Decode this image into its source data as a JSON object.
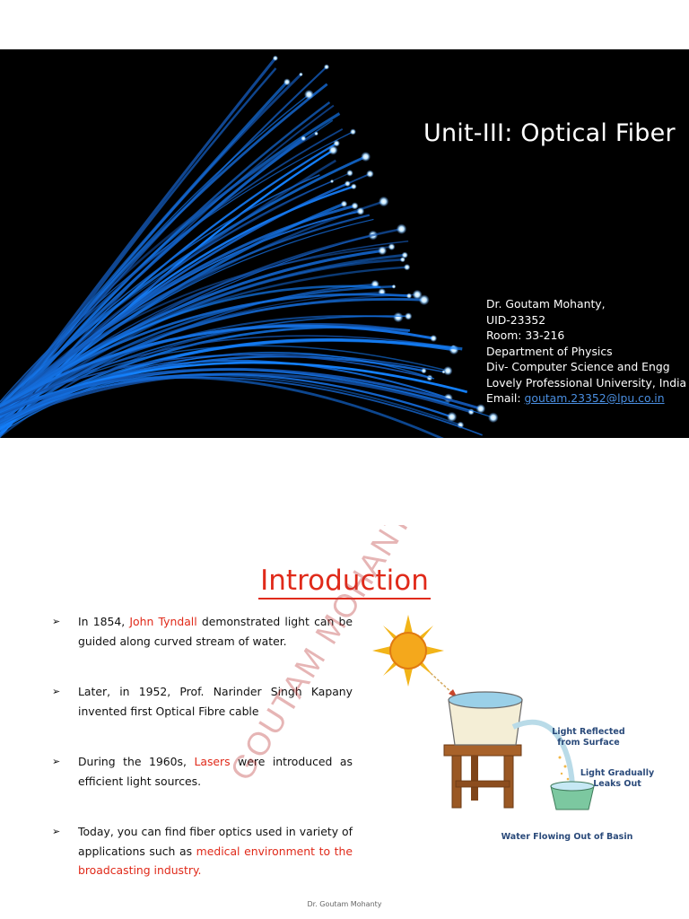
{
  "slide1": {
    "title": "Unit-III: Optical Fiber",
    "author_lines": [
      "Dr. Goutam Mohanty,",
      "UID-23352",
      "Room: 33-216",
      "Department of Physics",
      "Div- Computer Science and Engg",
      "Lovely Professional University, India"
    ],
    "email_label": "Email:",
    "email": "goutam.23352@lpu.co.in"
  },
  "slide2": {
    "title": "Introduction",
    "bullets": [
      {
        "pre": "In 1854, ",
        "red": "John Tyndall",
        "post": " demonstrated light can be guided along curved stream of water."
      },
      {
        "pre": "Later, in 1952, Prof. Narinder Singh Kapany invented first Optical Fibre cable",
        "red": "",
        "post": ""
      },
      {
        "pre": "During the 1960s, ",
        "red": "Lasers",
        "post": " were introduced as efficient light sources."
      },
      {
        "pre": "Today, you can find fiber optics used in variety of applications such as ",
        "red": "medical environment to the broadcasting industry.",
        "post": ""
      }
    ],
    "figure_labels": {
      "reflected": [
        "Light Reflected",
        "from Surface"
      ],
      "leaks": [
        "Light Gradually",
        "Leaks Out"
      ],
      "flow": "Water Flowing Out of Basin"
    },
    "watermark": "GOUTAM MOHANTY",
    "footer": "Dr. Goutam Mohanty"
  }
}
